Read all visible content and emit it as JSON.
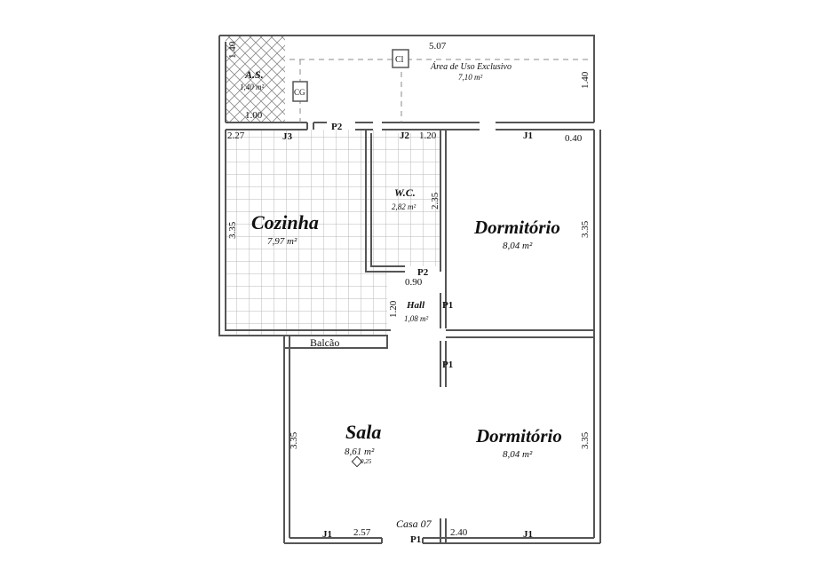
{
  "rooms": {
    "as": {
      "name": "A.S.",
      "area": "1,40 m²"
    },
    "uso": {
      "name": "Área de Uso Exclusivo",
      "area": "7,10 m²"
    },
    "cozinha": {
      "name": "Cozinha",
      "area": "7,97 m²"
    },
    "wc": {
      "name": "W.C.",
      "area": "2,82 m²"
    },
    "dorm1": {
      "name": "Dormitório",
      "area": "8,04 m²"
    },
    "hall": {
      "name": "Hall",
      "area": "1,08 m²"
    },
    "sala": {
      "name": "Sala",
      "area": "8,61 m²",
      "extra": "0,25"
    },
    "dorm2": {
      "name": "Dormitório",
      "area": "8,04 m²"
    }
  },
  "labels": {
    "cl": "Cl",
    "cg": "CG",
    "balcao": "Balcão",
    "casa": "Casa 07",
    "p2_top": "P2",
    "j3": "J3",
    "j2": "J2",
    "j1_top": "J1",
    "p2_wc": "P2",
    "p1_hall_a": "P1",
    "p1_hall_b": "P1",
    "j1_sala": "J1",
    "p1_bottom": "P1",
    "j1_dorm2": "J1"
  },
  "dims": {
    "d_1_40_a": "1.40",
    "d_5_07": "5.07",
    "d_1_40_b": "1.40",
    "d_1_00": "1.00",
    "d_2_27": "2.27",
    "d_1_20_a": "1.20",
    "d_0_40": "0.40",
    "d_2_35": "2.35",
    "d_3_35_coz": "3.35",
    "d_3_35_dorm1": "3.35",
    "d_0_90": "0.90",
    "d_1_20_b": "1.20",
    "d_3_35_sala": "3.35",
    "d_3_35_dorm2": "3.35",
    "d_2_57": "2.57",
    "d_2_40": "2.40"
  },
  "colors": {
    "wall": "#555555",
    "grid": "#bbbbbb",
    "text": "#111111"
  }
}
